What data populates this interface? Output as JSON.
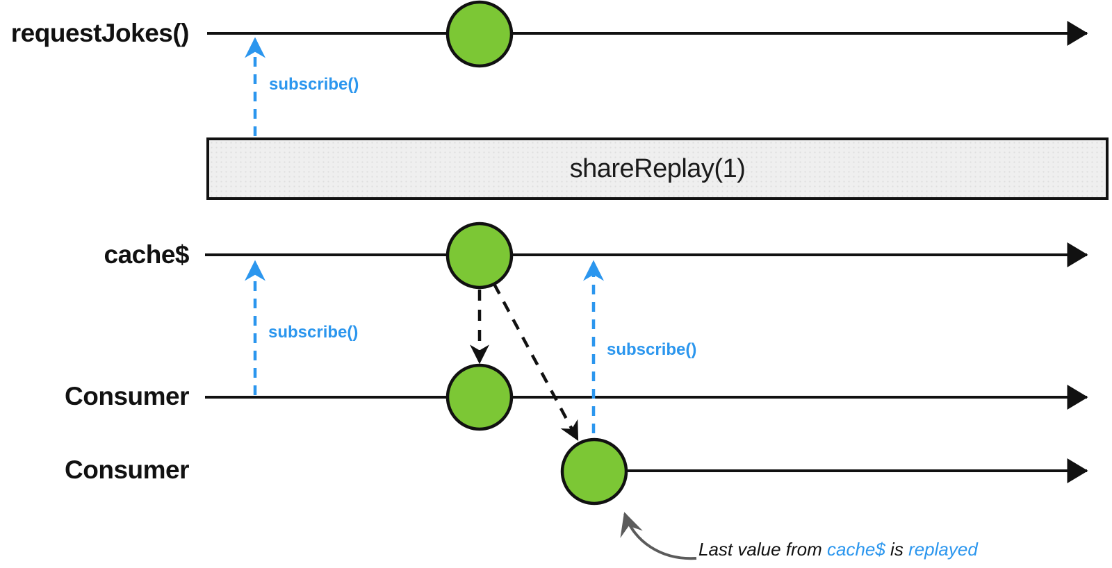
{
  "operator_box": {
    "label": "shareReplay(1)"
  },
  "streams": {
    "request_jokes": {
      "label": "requestJokes()"
    },
    "cache": {
      "label": "cache$"
    },
    "consumer1": {
      "label": "Consumer"
    },
    "consumer2": {
      "label": "Consumer"
    }
  },
  "subscribe_label": "subscribe()",
  "annotation": {
    "prefix": "Last value from ",
    "cache_ref": "cache$",
    "middle": " is ",
    "suffix": "replayed"
  },
  "colors": {
    "green": "#7CC735",
    "blue": "#2B96EE",
    "line": "#111111",
    "text": "#111111",
    "box_fill": "#EFEFEF",
    "box_border": "#111111",
    "gray": "#5B5B5B"
  }
}
